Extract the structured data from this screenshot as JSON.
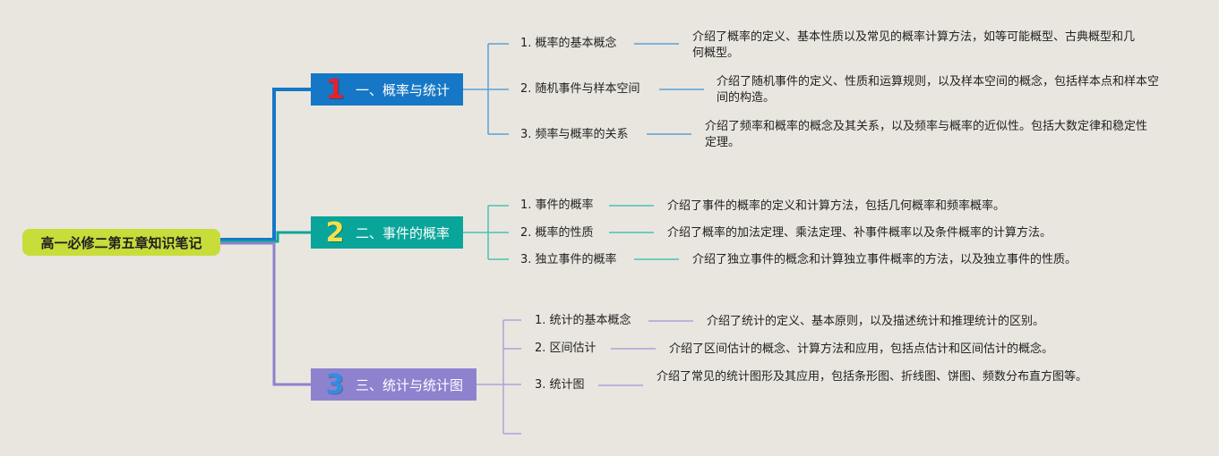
{
  "root": {
    "title": "高一必修二第五章知识笔记"
  },
  "branches": [
    {
      "number": "1",
      "title": "一、概率与统计",
      "color": "#1577c6",
      "topics": [
        {
          "label": "1. 概率的基本概念",
          "desc": "介绍了概率的定义、基本性质以及常见的概率计算方法，如等可能概型、古典概型和几何概型。"
        },
        {
          "label": "2. 随机事件与样本空间",
          "desc": "介绍了随机事件的定义、性质和运算规则，以及样本空间的概念，包括样本点和样本空间的构造。"
        },
        {
          "label": "3. 频率与概率的关系",
          "desc": "介绍了频率和概率的概念及其关系，以及频率与概率的近似性。包括大数定律和稳定性定理。"
        }
      ]
    },
    {
      "number": "2",
      "title": "二、事件的概率",
      "color": "#0aa59a",
      "topics": [
        {
          "label": "1. 事件的概率",
          "desc": "介绍了事件的概率的定义和计算方法，包括几何概率和频率概率。"
        },
        {
          "label": "2. 概率的性质",
          "desc": "介绍了概率的加法定理、乘法定理、补事件概率以及条件概率的计算方法。"
        },
        {
          "label": "3. 独立事件的概率",
          "desc": "介绍了独立事件的概念和计算独立事件概率的方法，以及独立事件的性质。"
        }
      ]
    },
    {
      "number": "3",
      "title": "三、统计与统计图",
      "color": "#8e82cf",
      "topics": [
        {
          "label": "1. 统计的基本概念",
          "desc": "介绍了统计的定义、基本原则，以及描述统计和推理统计的区别。"
        },
        {
          "label": "2. 区间估计",
          "desc": "介绍了区间估计的概念、计算方法和应用，包括点估计和区间估计的概念。"
        },
        {
          "label": "3. 统计图",
          "desc": "介绍了常见的统计图形及其应用，包括条形图、折线图、饼图、频数分布直方图等。"
        }
      ]
    }
  ]
}
